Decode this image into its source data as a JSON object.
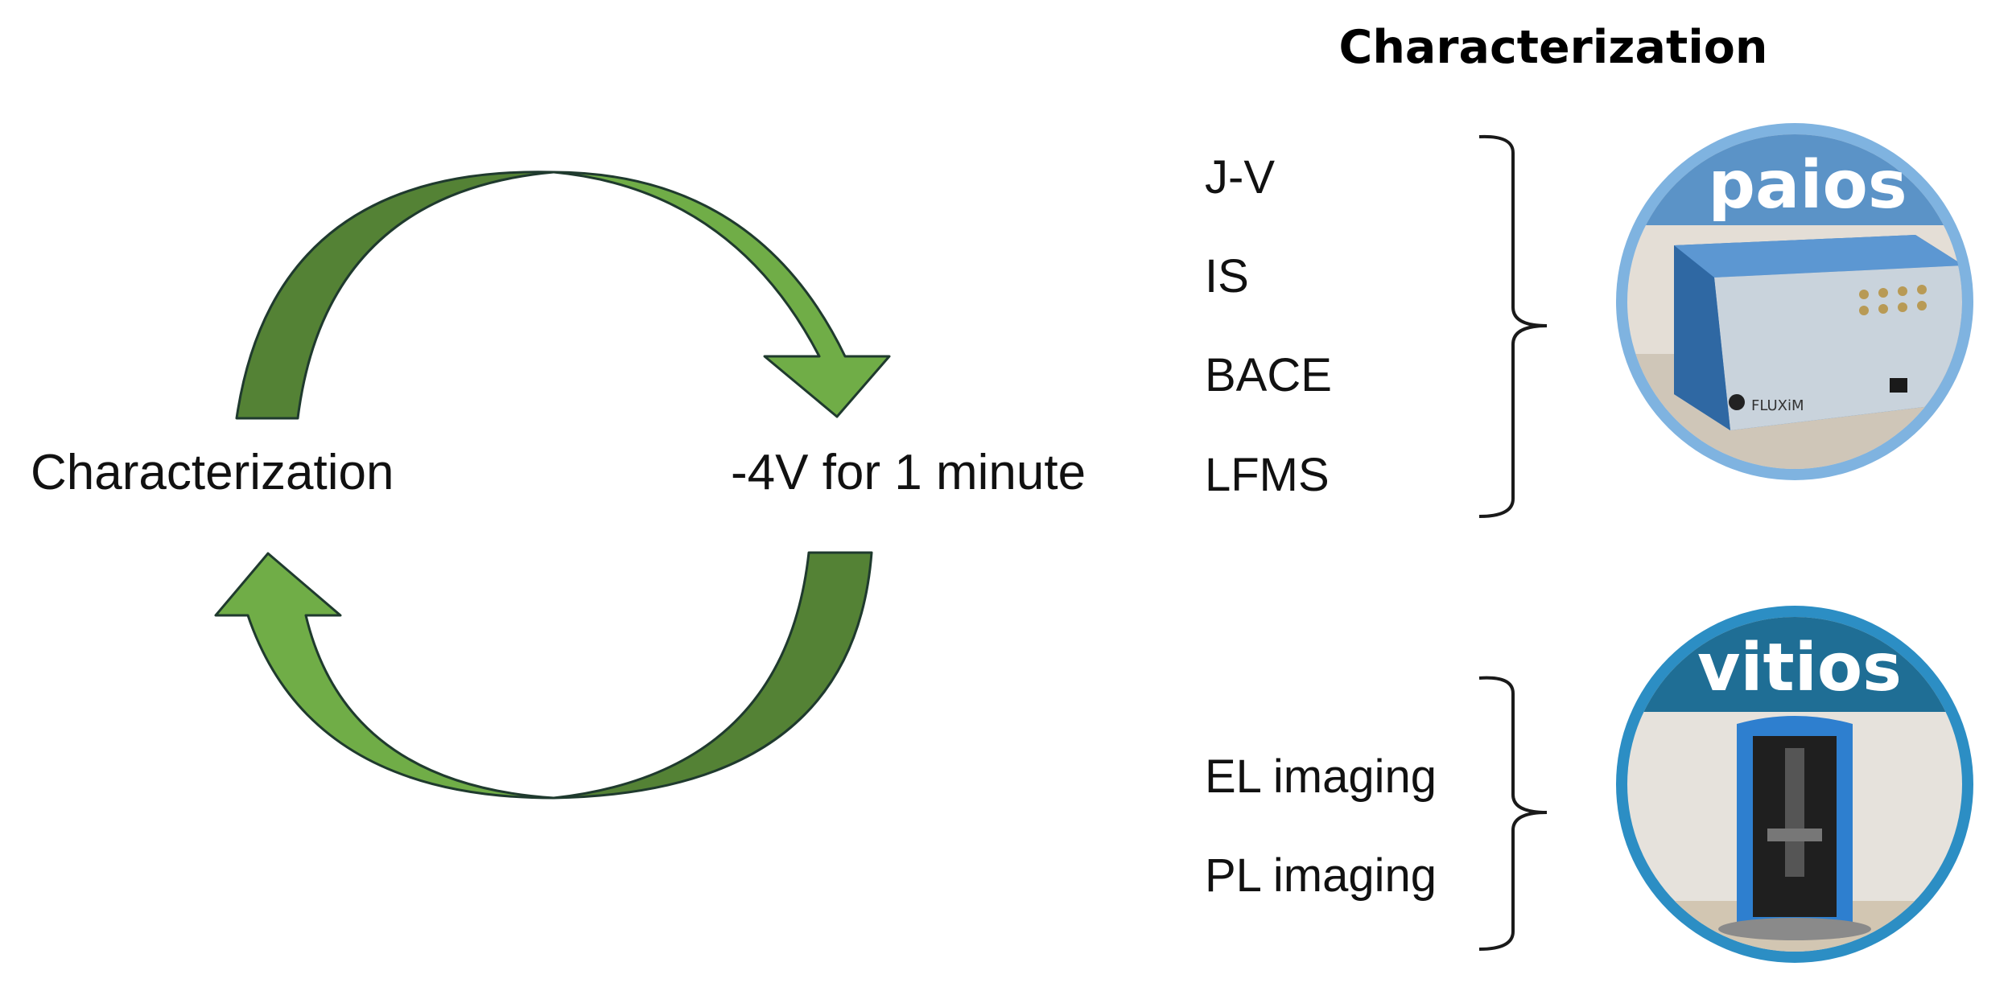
{
  "cycle": {
    "left_label": "Characterization",
    "right_label": "-4V for 1 minute",
    "arrow_light": "#70AD47",
    "arrow_dark": "#548235",
    "arrow_outline": "#1F3A2E"
  },
  "heading": "Characterization",
  "group_paios": {
    "items": [
      "J-V",
      "IS",
      "BACE",
      "LFMS"
    ],
    "badge_label": "paios",
    "badge_text_on_device": "FLUXiM",
    "badge_ring": "#7FB3E0",
    "badge_band": "#5B93C7"
  },
  "group_vitios": {
    "items": [
      "EL imaging",
      "PL imaging"
    ],
    "badge_label": "vitios",
    "badge_ring": "#2C8EC4",
    "badge_band": "#1F6E95"
  }
}
